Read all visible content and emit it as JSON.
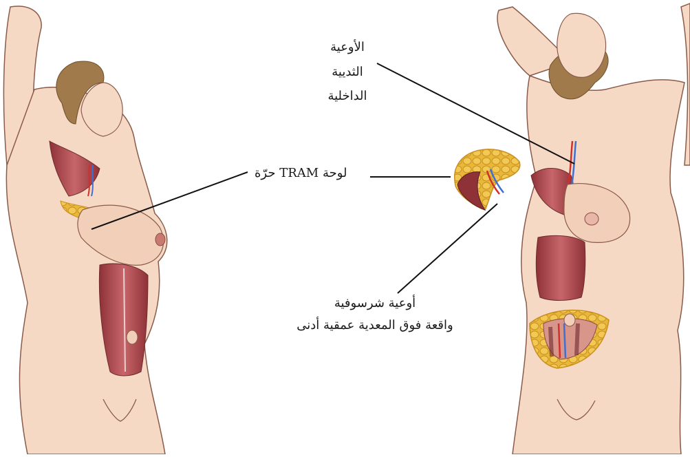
{
  "labels": {
    "internal_mammary": [
      "الأوعية",
      "الثديية",
      "الداخلية"
    ],
    "free_tram_flap": "لوحة TRAM حرّة",
    "deep_inferior_epigastric": [
      "أوعية شرسوفية",
      "واقعة فوق المعدية عمقية أدنى"
    ]
  },
  "colors": {
    "skin": "#f5d9c4",
    "skin_shadow": "#e6b89b",
    "outline": "#8a5a4a",
    "muscle": "#a8434a",
    "muscle_light": "#c7666a",
    "fat": "#e8b83a",
    "fat_dark": "#c98f1e",
    "hair": "#a07a4a",
    "artery": "#d0302a",
    "vein": "#3f6fd0",
    "leader_line": "#111111"
  }
}
